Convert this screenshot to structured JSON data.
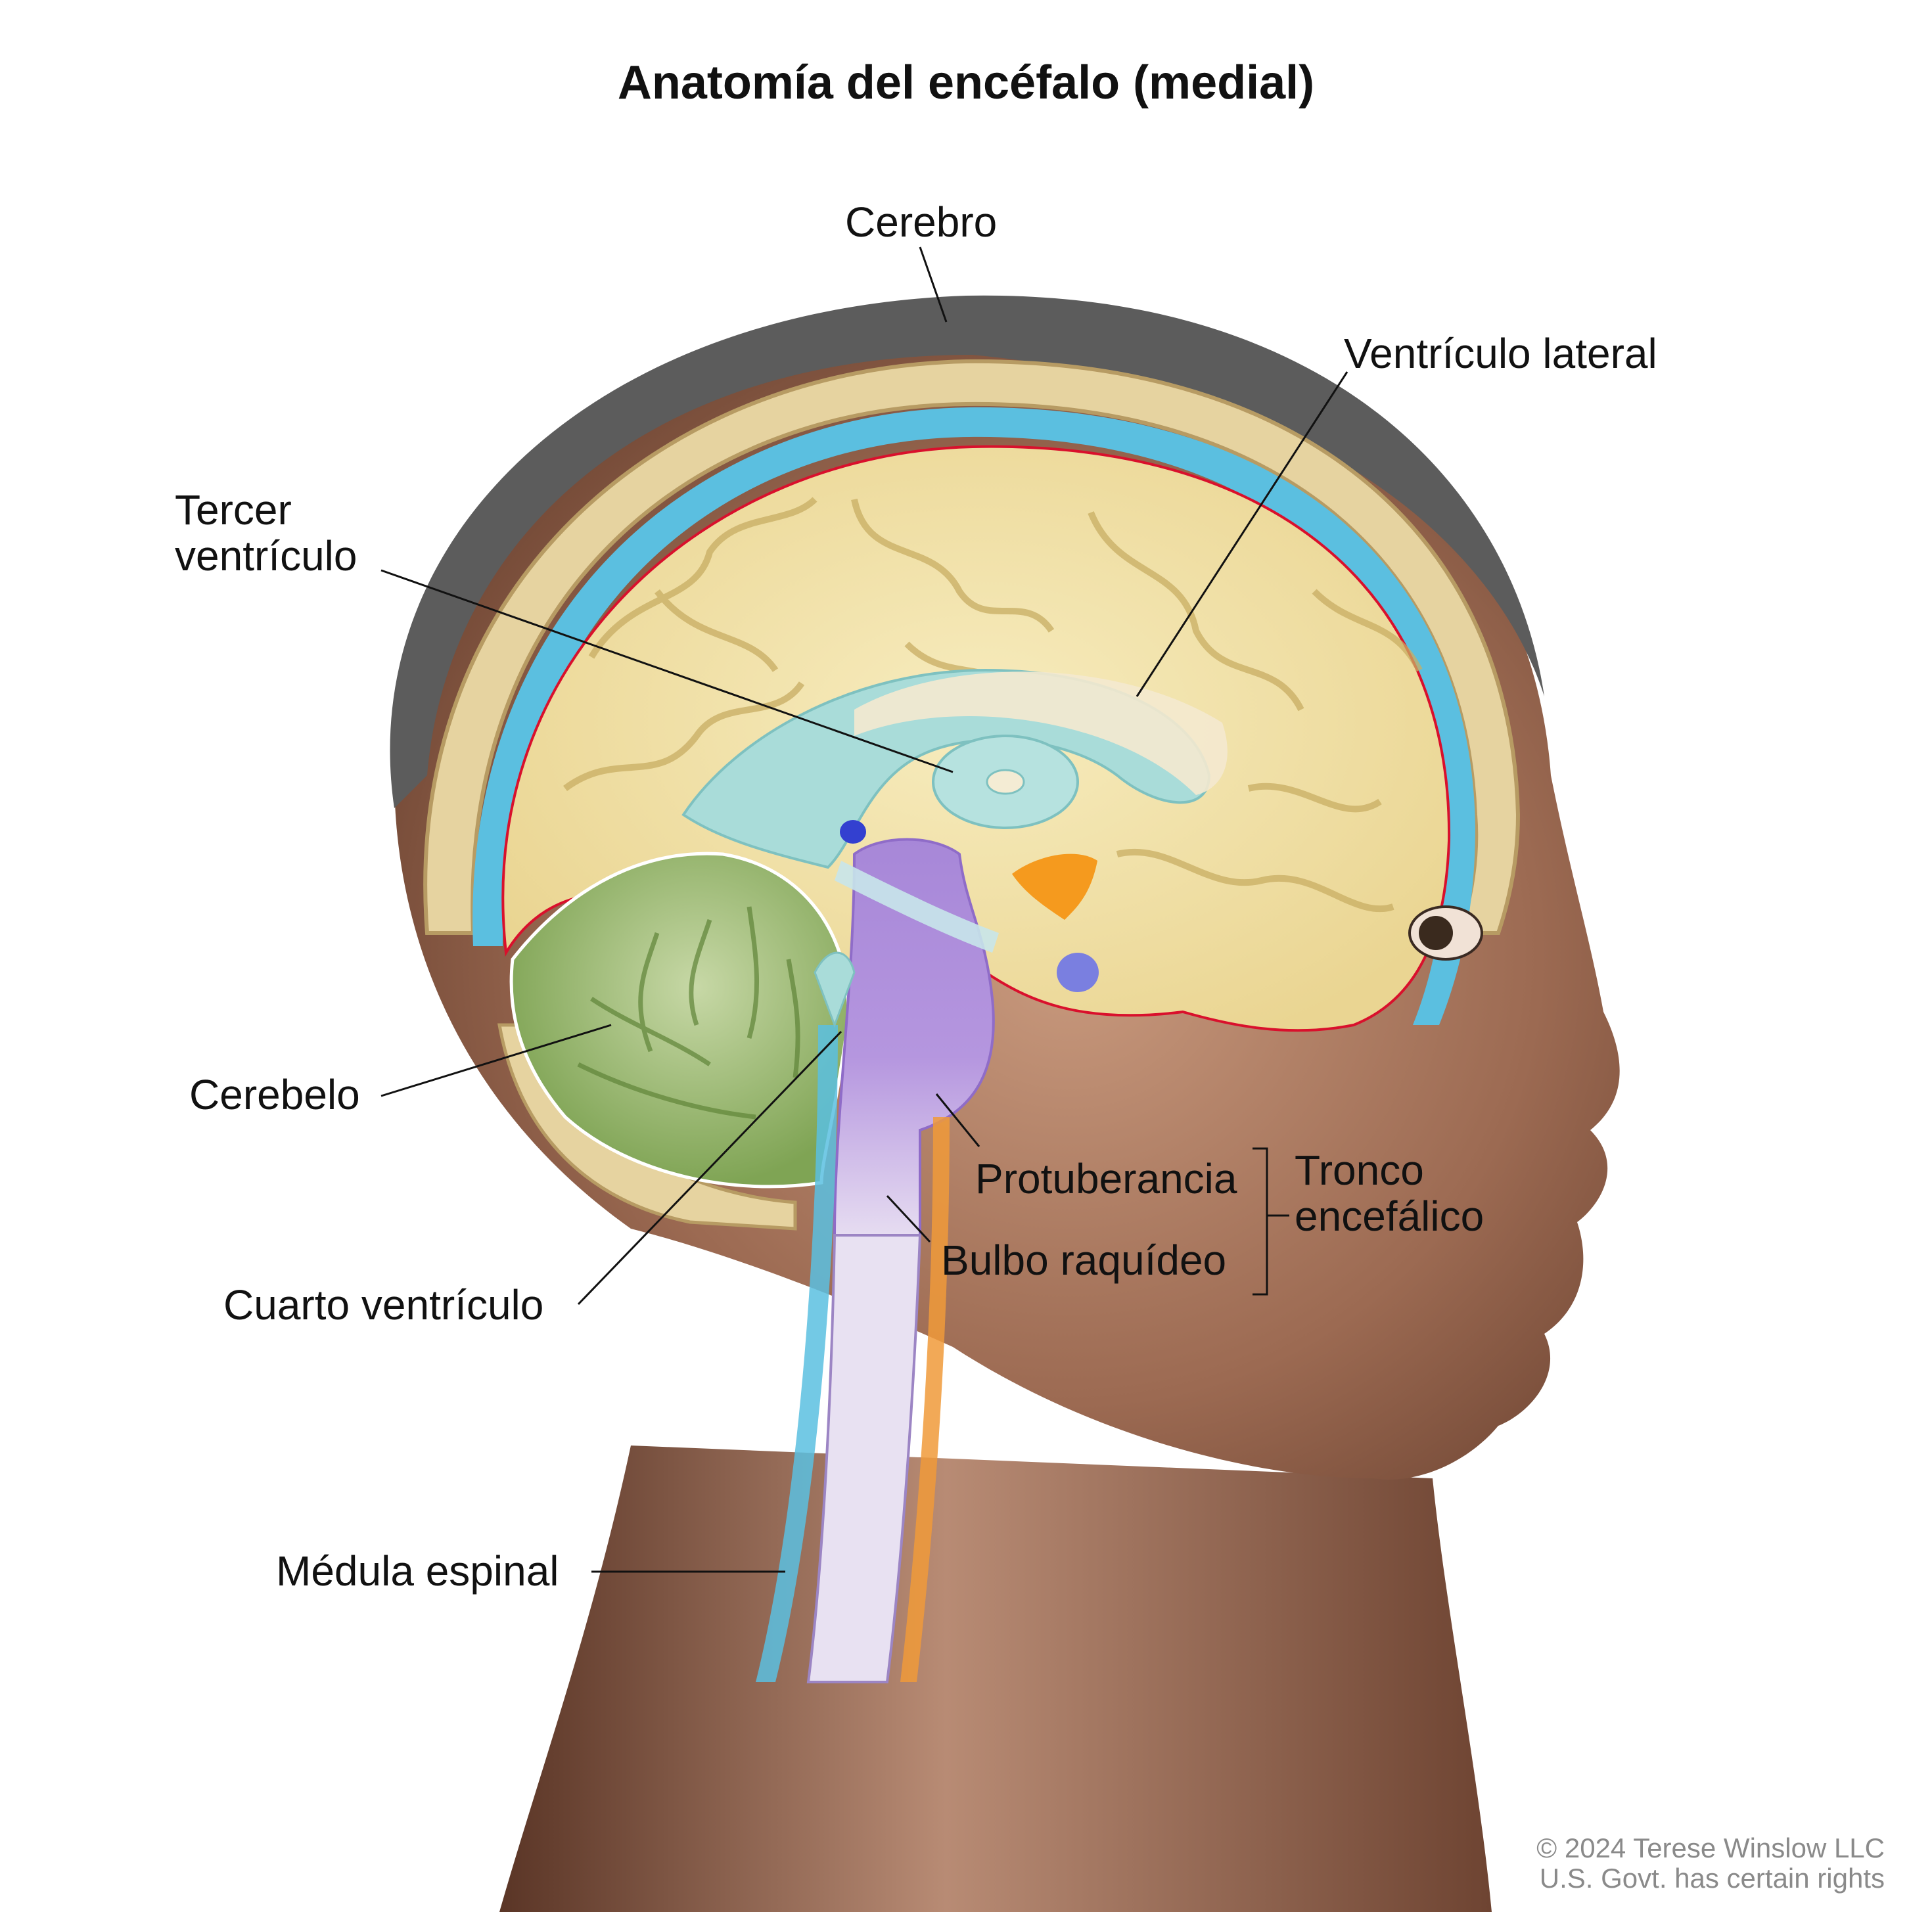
{
  "title": "Anatomía del encéfalo (medial)",
  "labels": {
    "cerebro": "Cerebro",
    "ventriculo_lateral": "Ventrículo lateral",
    "tercer_ventriculo_line1": "Tercer",
    "tercer_ventriculo_line2": "ventrículo",
    "cerebelo": "Cerebelo",
    "protuberancia": "Protuberancia",
    "tronco_line1": "Tronco",
    "tronco_line2": "encefálico",
    "bulbo_raquideo": "Bulbo raquídeo",
    "cuarto_ventriculo": "Cuarto ventrículo",
    "medula_espinal": "Médula espinal"
  },
  "credit": {
    "line1": "© 2024 Terese Winslow LLC",
    "line2": "U.S. Govt. has certain rights"
  },
  "colors": {
    "skin": "#7a4a36",
    "hair": "#5a5a5a",
    "skull": "#e9d7a8",
    "csf": "#5bbfe0",
    "cerebrum": "#f3e4a6",
    "cerebellum": "#93b46a",
    "brainstem": "#a98bd6",
    "ventricle": "#a9dcd9",
    "pituitary": "#f59a1e",
    "pineal": "#3340d0"
  }
}
